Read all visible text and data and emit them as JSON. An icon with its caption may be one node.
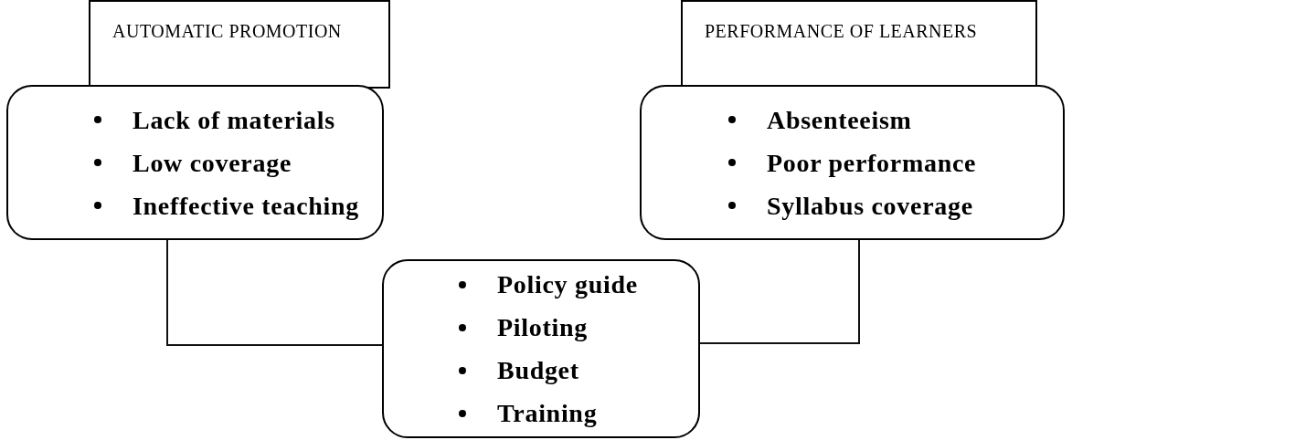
{
  "diagram": {
    "nodes": [
      {
        "text": [
          "AUTOMATIC PROMOTION"
        ]
      },
      {
        "text": [
          "Lack of materials",
          "Low coverage",
          "Ineffective teaching"
        ]
      },
      {
        "text": [
          "PERFORMANCE OF LEARNERS"
        ]
      },
      {
        "text": [
          "Absenteeism",
          "Poor performance",
          "Syllabus coverage"
        ]
      },
      {
        "text": [
          "Policy guide",
          "Piloting",
          "Budget",
          "Training"
        ]
      }
    ],
    "edges": [
      {
        "from": 1,
        "to": 4,
        "arrow": "none"
      },
      {
        "from": 3,
        "to": 4,
        "arrow": "none"
      }
    ]
  }
}
